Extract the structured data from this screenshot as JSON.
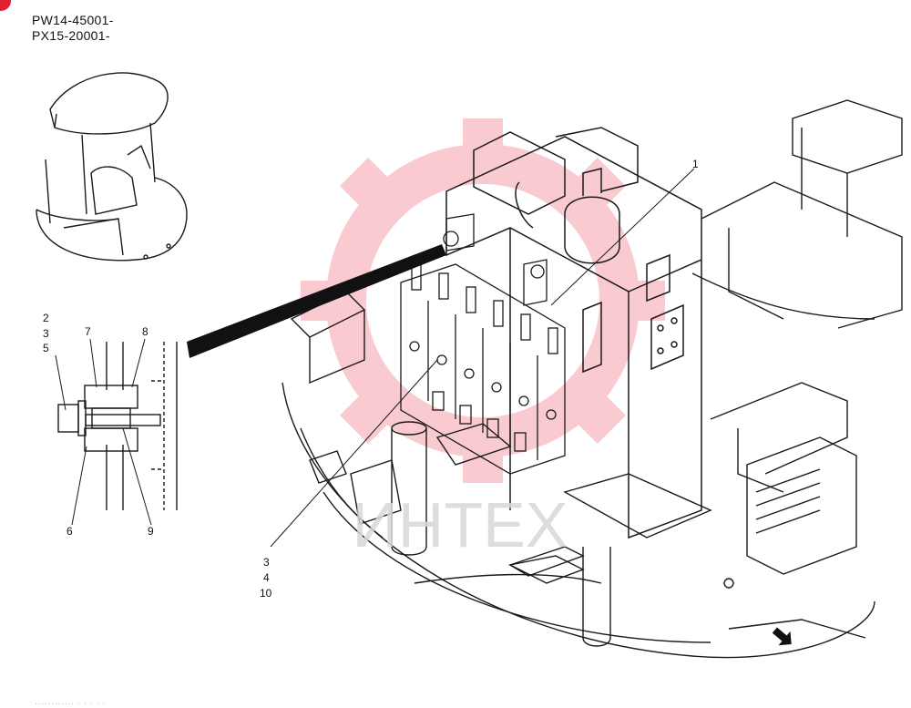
{
  "header": {
    "serial_lines": [
      "PW14-45001-",
      "PX15-20001-"
    ]
  },
  "callouts": {
    "main": [
      "1",
      "3",
      "4",
      "10"
    ],
    "detail": [
      "2",
      "3",
      "5",
      "7",
      "8",
      "6",
      "9"
    ]
  },
  "watermark": {
    "text": "ИНТЕХ",
    "logo": "gear-logo",
    "color": "#f5a0a8"
  },
  "footer": {
    "text": "············ · · · · ·"
  },
  "colors": {
    "line": "#1a1a1a",
    "corner_mark": "#e02030"
  },
  "icons": [
    "direction-arrow-icon",
    "gear-logo-icon"
  ]
}
